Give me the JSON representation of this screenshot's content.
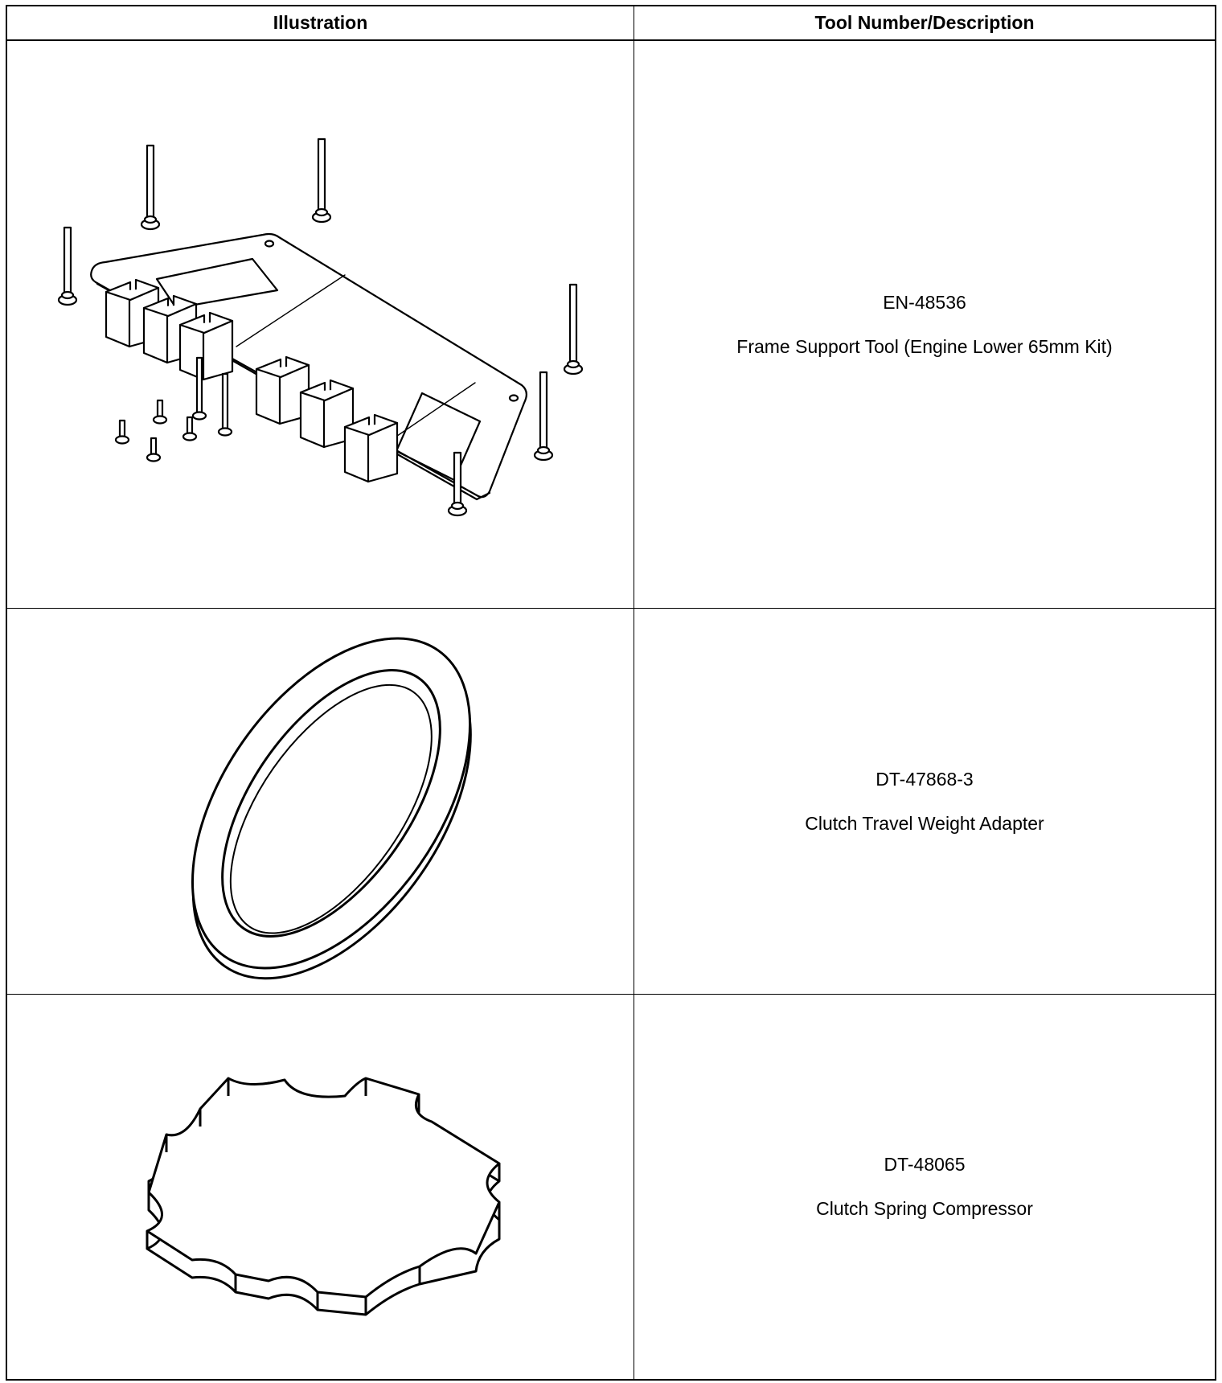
{
  "header": {
    "illustration": "Illustration",
    "tool": "Tool Number/Description"
  },
  "tools": [
    {
      "number": "EN-48536",
      "description": "Frame Support Tool (Engine Lower 65mm Kit)",
      "icon": "frame-support-tool-icon"
    },
    {
      "number": "DT-47868-3",
      "description": "Clutch Travel Weight Adapter",
      "icon": "ring-adapter-icon"
    },
    {
      "number": "DT-48065",
      "description": "Clutch Spring Compressor",
      "icon": "spring-compressor-icon"
    }
  ]
}
